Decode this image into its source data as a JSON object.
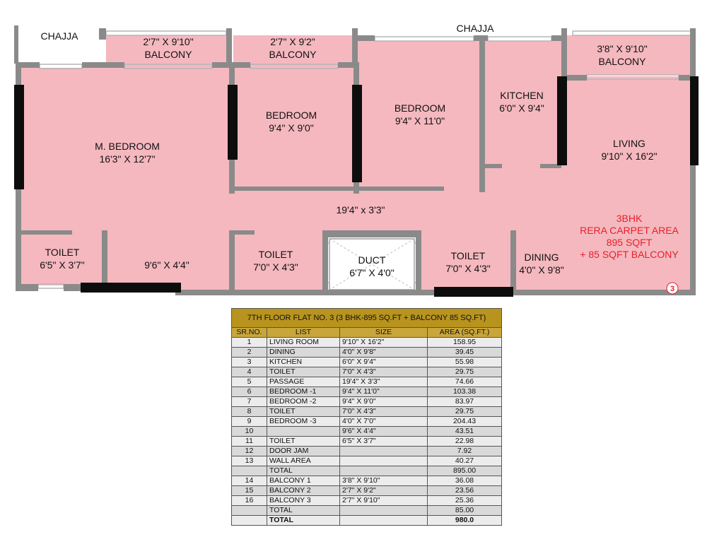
{
  "plan": {
    "labels": {
      "chajja_left": "CHAJJA",
      "chajja_top": "CHAJJA",
      "balcony_a_size": "2'7\" X 9'10\"",
      "balcony_a": "BALCONY",
      "balcony_b_size": "2'7\" X 9'2\"",
      "balcony_b": "BALCONY",
      "balcony_c_size": "3'8\" X 9'10\"",
      "balcony_c": "BALCONY",
      "m_bedroom": "M. BEDROOM",
      "m_bedroom_size": "16'3\" X 12'7\"",
      "bedroom2": "BEDROOM",
      "bedroom2_size": "9'4\" X 9'0\"",
      "bedroom1": "BEDROOM",
      "bedroom1_size": "9'4\" X 11'0\"",
      "kitchen": "KITCHEN",
      "kitchen_size": "6'0\" X 9'4\"",
      "living": "LIVING",
      "living_size": "9'10\" X 16'2\"",
      "passage_size": "19'4\" x 3'3\"",
      "toilet_left": "TOILET",
      "toilet_left_size": "6'5\" X 3'7\"",
      "dress_size": "9'6\" X 4'4\"",
      "toilet_mid": "TOILET",
      "toilet_mid_size": "7'0\" X 4'3\"",
      "duct": "DUCT",
      "duct_size": "6'7\" X 4'0\"",
      "toilet_right": "TOILET",
      "toilet_right_size": "7'0\" X 4'3\"",
      "dining": "DINING",
      "dining_size": "4'0\" X 9'8\"",
      "flat_number": "3"
    },
    "summary": [
      "3BHK",
      "RERA CARPET AREA",
      "895 SQFT",
      "+ 85 SQFT BALCONY"
    ]
  },
  "table": {
    "title": "7TH FLOOR FLAT NO. 3 (3 BHK-895 SQ.FT + BALCONY 85 SQ.FT)",
    "headers": [
      "SR.NO.",
      "LIST",
      "SIZE",
      "AREA (SQ.FT.)"
    ],
    "rows": [
      [
        "1",
        "LIVING ROOM",
        "9'10\" X 16'2\"",
        "158.95"
      ],
      [
        "2",
        "DINING",
        "4'0\" X 9'8\"",
        "39.45"
      ],
      [
        "3",
        "KITCHEN",
        "6'0\" X 9'4\"",
        "55.98"
      ],
      [
        "4",
        "TOILET",
        "7'0\" X 4'3\"",
        "29.75"
      ],
      [
        "5",
        "PASSAGE",
        "19'4\" X 3'3\"",
        "74.66"
      ],
      [
        "6",
        "BEDROOM -1",
        "9'4\" X 11'0\"",
        "103.38"
      ],
      [
        "7",
        "BEDROOM -2",
        "9'4\" X  9'0\"",
        "83.97"
      ],
      [
        "8",
        "TOILET",
        "7'0\" X 4'3\"",
        "29.75"
      ],
      [
        "9",
        "BEDROOM -3",
        "4'0\" X 7'0\"",
        "204.43"
      ],
      [
        "10",
        "",
        "9'6\" X 4'4\"",
        "43.51"
      ],
      [
        "11",
        "TOILET",
        "6'5\" X 3'7\"",
        "22.98"
      ],
      [
        "12",
        "DOOR JAM",
        "",
        "7.92"
      ],
      [
        "13",
        "WALL AREA",
        "",
        "40.27"
      ],
      [
        "",
        "TOTAL",
        "",
        "895.00"
      ],
      [
        "14",
        "BALCONY 1",
        "3'8\" X 9'10\"",
        "36.08"
      ],
      [
        "15",
        "BALCONY 2",
        "2'7\" X 9'2\"",
        "23.56"
      ],
      [
        "16",
        "BALCONY 3",
        "2'7\" X 9'10\"",
        "25.36"
      ],
      [
        "",
        "TOTAL",
        "",
        "85.00"
      ],
      [
        "",
        "TOTAL",
        "",
        "980.0"
      ]
    ]
  },
  "colors": {
    "room_fill": "#f5b8bf",
    "wall": "#8a8a8a",
    "window": "#0d0d0d",
    "table_title": "#b8941e",
    "table_header": "#c9a63a",
    "summary_text": "#e8202a"
  }
}
